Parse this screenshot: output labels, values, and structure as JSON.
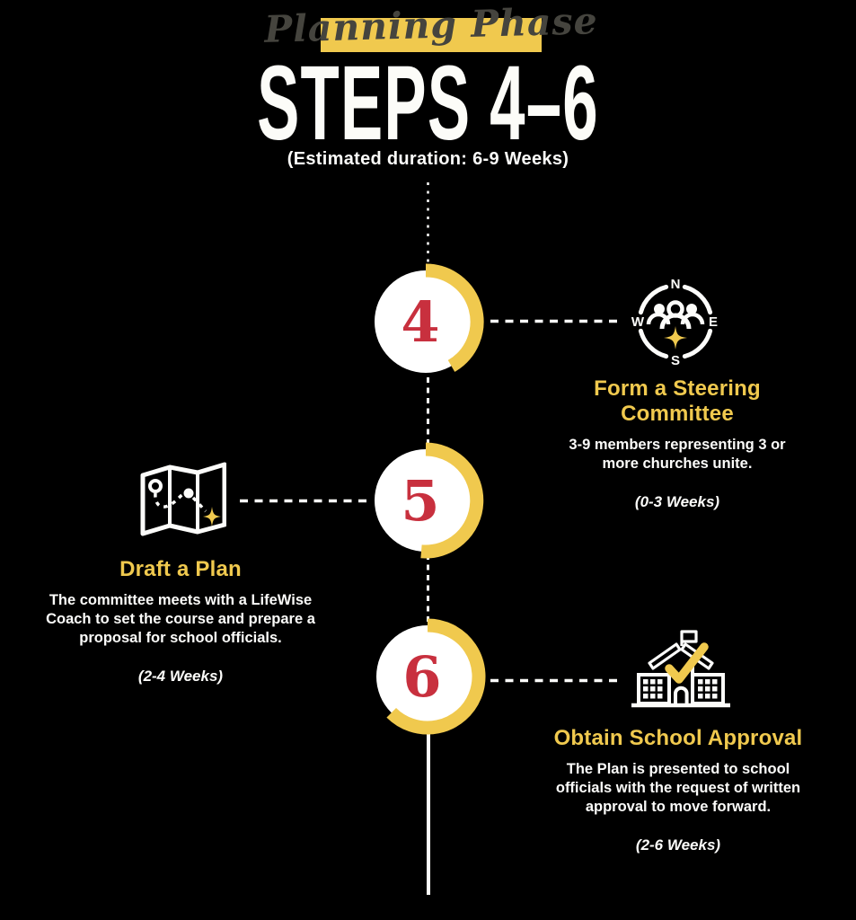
{
  "header": {
    "phase_label": "Planning Phase",
    "title": "STEPS 4–6",
    "duration_note": "(Estimated duration: 6-9 Weeks)"
  },
  "colors": {
    "background": "#000000",
    "accent_yellow": "#F0C94E",
    "number_red": "#C8303E",
    "text_white": "#FCFCFA",
    "script_text": "#45443E"
  },
  "compass_labels": {
    "north": "N",
    "east": "E",
    "south": "S",
    "west": "W"
  },
  "steps": [
    {
      "number": "4",
      "icon": "compass-people-icon",
      "title": "Form a Steering Committee",
      "description_lines": [
        "3-9 members representing 3 or",
        "more churches unite."
      ],
      "duration": "(0-3 Weeks)"
    },
    {
      "number": "5",
      "icon": "folded-map-icon",
      "title": "Draft a Plan",
      "description_lines": [
        "The committee meets with a LifeWise",
        "Coach to set the course and prepare a",
        "proposal for school officials."
      ],
      "duration": "(2-4 Weeks)"
    },
    {
      "number": "6",
      "icon": "school-building-icon",
      "title": "Obtain School Approval",
      "description_lines": [
        "The Plan is presented to school",
        "officials with the request of written",
        "approval to move forward."
      ],
      "duration": "(2-6 Weeks)"
    }
  ]
}
